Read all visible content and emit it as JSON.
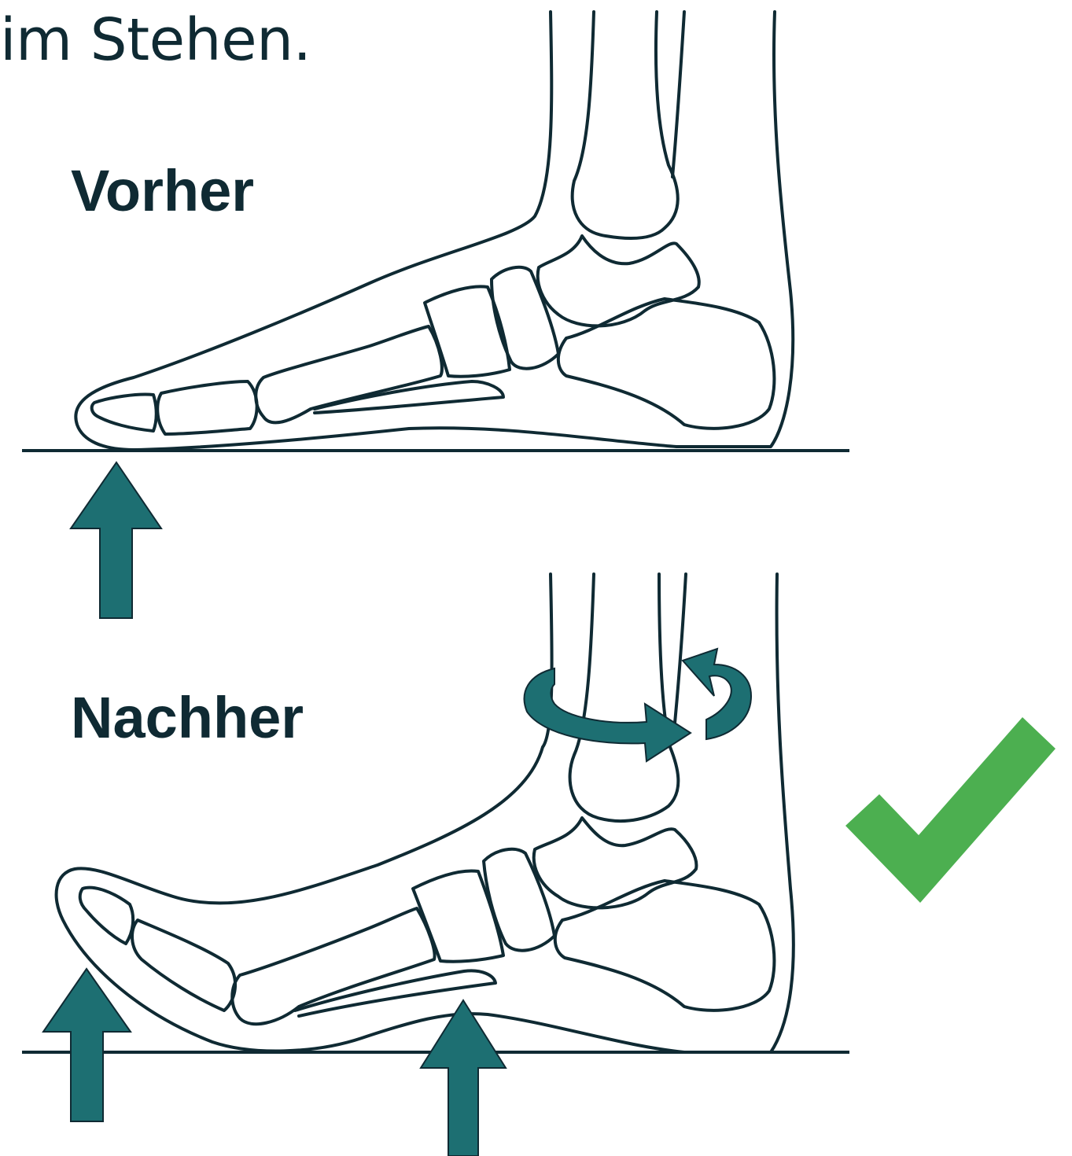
{
  "caption": "im Stehen.",
  "labels": {
    "before": "Vorher",
    "after": "Nachher"
  },
  "colors": {
    "ink": "#0f2a33",
    "arrow": "#1d6f72",
    "check": "#4caf50"
  },
  "icons": {
    "pressure_arrow": "up-arrow-icon",
    "rotation": "rotate-arrow-icon",
    "confirm": "checkmark-icon"
  }
}
